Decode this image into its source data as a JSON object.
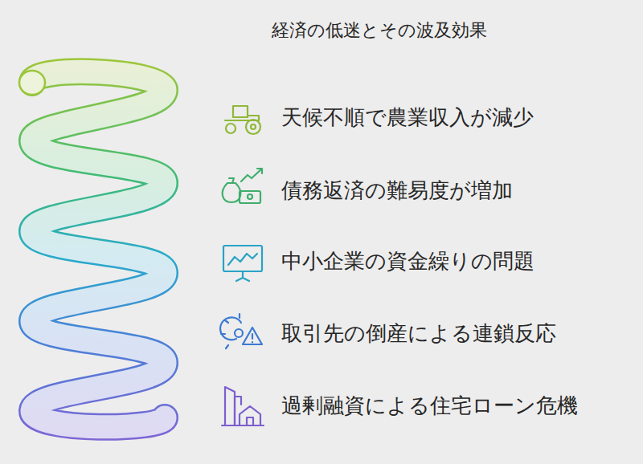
{
  "diagram": {
    "title": "経済の低迷とその波及効果",
    "labels": [
      "天候不順で農業収入が減少",
      "債務返済の難易度が増加",
      "中小企業の資金繰りの問題",
      "取引先の倒産による連鎖反応",
      "過剰融資による住宅ローン危機"
    ]
  }
}
